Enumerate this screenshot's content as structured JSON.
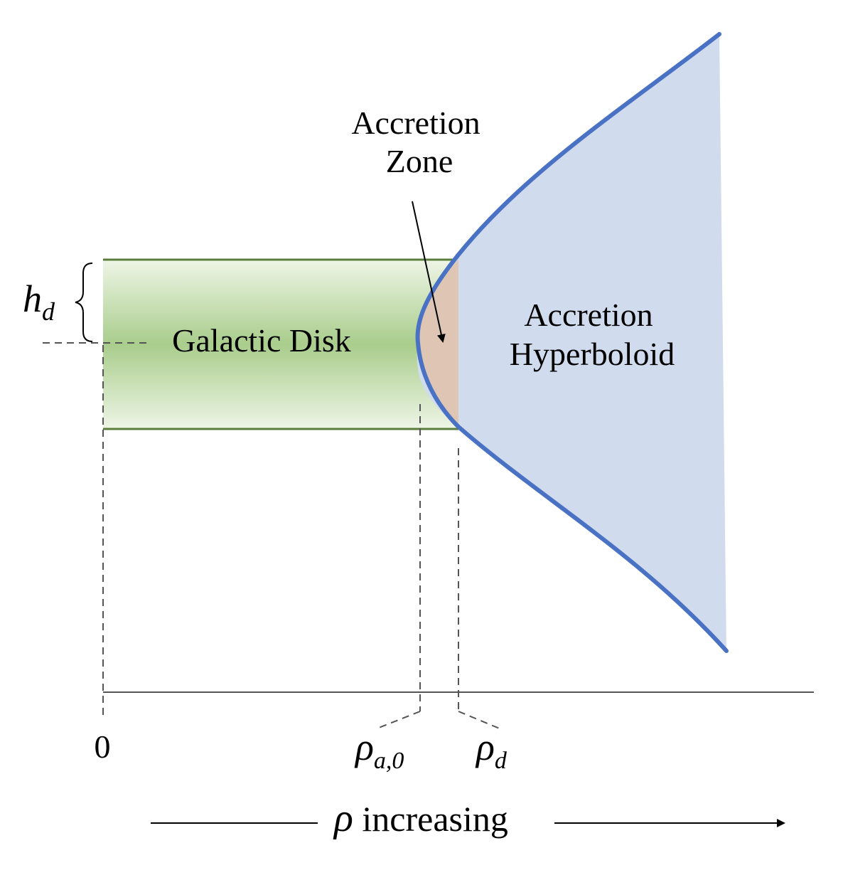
{
  "labels": {
    "accretion_zone_line1": "Accretion",
    "accretion_zone_line2": "Zone",
    "hyperboloid_line1": "Accretion",
    "hyperboloid_line2": "Hyperboloid",
    "galactic_disk": "Galactic Disk",
    "disk_height": {
      "symbol": "h",
      "subscript": "d"
    },
    "origin": "0",
    "rho_a0": {
      "symbol": "ρ",
      "subscript": "a,0"
    },
    "rho_d": {
      "symbol": "ρ",
      "subscript": "d"
    },
    "rho_increasing": {
      "symbol": "ρ",
      "text": " increasing"
    }
  },
  "colors": {
    "disk_fill": "#a9cd8c",
    "disk_edge": "#5b7d3c",
    "hyperboloid_fill": "#d1dbee",
    "hyperboloid_edge": "#4a72c4",
    "accretion_zone_fill": "#dfc6b4"
  }
}
